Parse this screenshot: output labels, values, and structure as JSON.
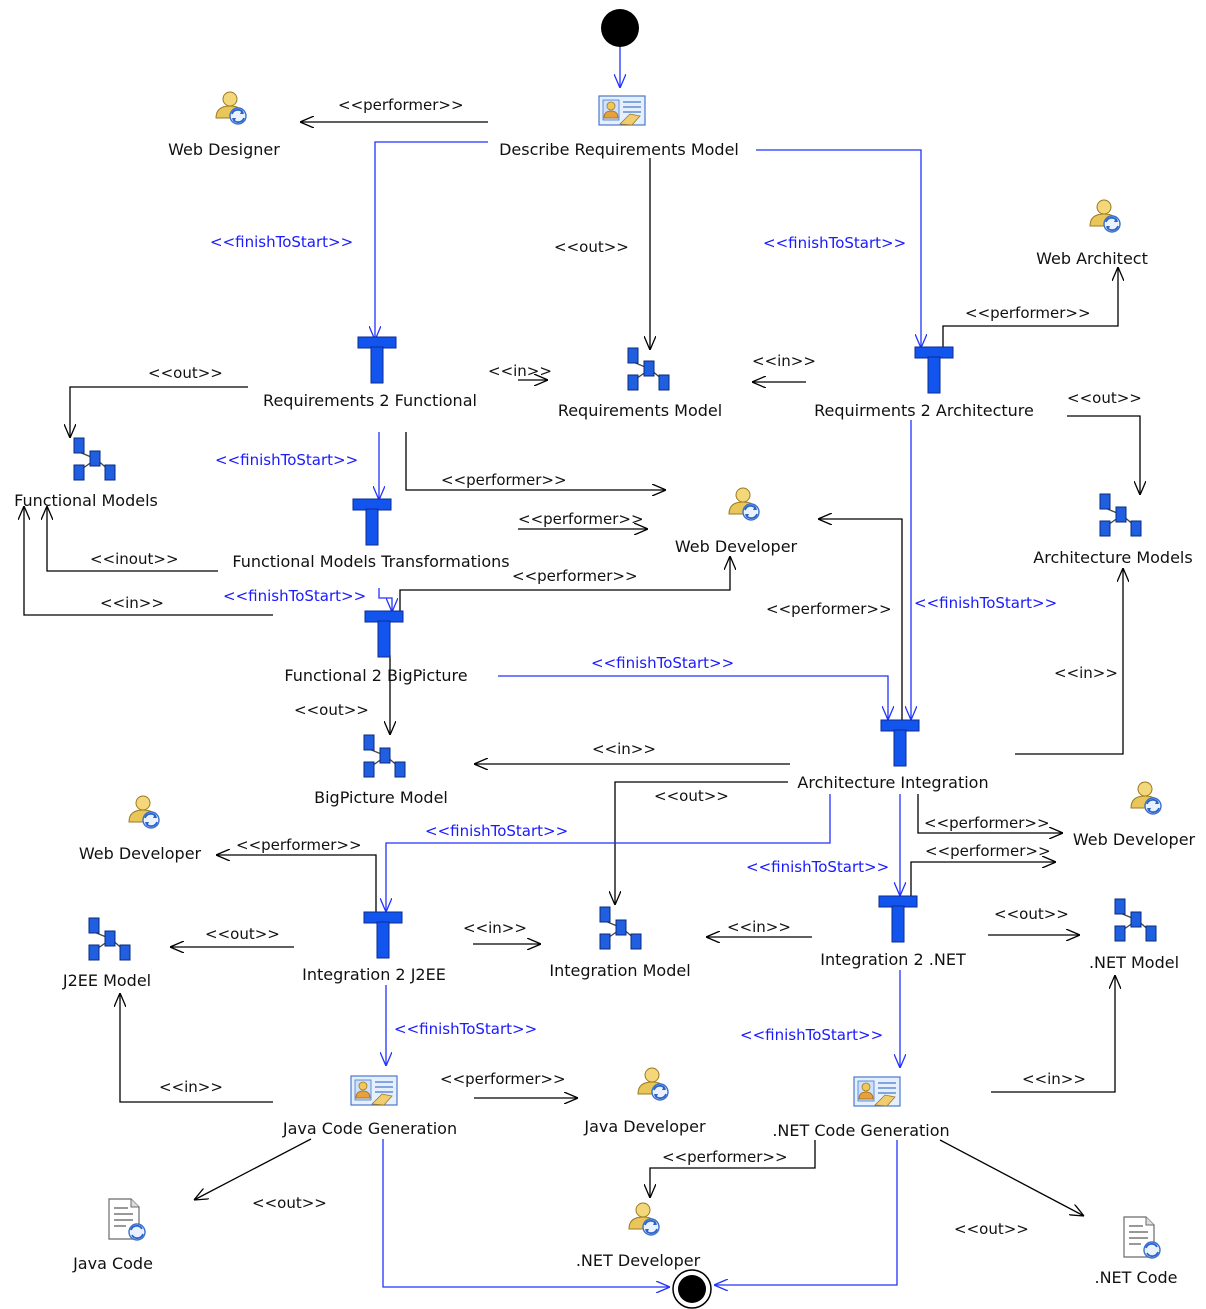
{
  "diagram": {
    "nodes": {
      "start": {
        "type": "initial"
      },
      "end": {
        "type": "final"
      },
      "describe_req": {
        "type": "task",
        "label": "Describe Requirements Model"
      },
      "web_designer": {
        "type": "role",
        "label": "Web Designer"
      },
      "web_architect": {
        "type": "role",
        "label": "Web Architect"
      },
      "req2func": {
        "type": "transformation",
        "label": "Requirements  2 Functional"
      },
      "req_model": {
        "type": "model",
        "label": "Requirements Model"
      },
      "req2arch": {
        "type": "transformation",
        "label": "Requirments 2 Architecture"
      },
      "func_models": {
        "type": "model",
        "label": "Functional Models"
      },
      "func_transf": {
        "type": "transformation",
        "label": "Functional Models Transformations"
      },
      "web_dev_1": {
        "type": "role",
        "label": "Web Developer"
      },
      "arch_models": {
        "type": "model",
        "label": "Architecture Models"
      },
      "func2bp": {
        "type": "transformation",
        "label": "Functional 2 BigPicture"
      },
      "bp_model": {
        "type": "model",
        "label": "BigPicture Model"
      },
      "arch_integ": {
        "type": "transformation",
        "label": "Architecture Integration"
      },
      "web_dev_2": {
        "type": "role",
        "label": "Web Developer"
      },
      "web_dev_3": {
        "type": "role",
        "label": "Web Developer"
      },
      "integ2j2ee": {
        "type": "transformation",
        "label": "Integration 2 J2EE"
      },
      "j2ee_model": {
        "type": "model",
        "label": "J2EE Model"
      },
      "integ_model": {
        "type": "model",
        "label": "Integration Model"
      },
      "integ2net": {
        "type": "transformation",
        "label": "Integration 2 .NET"
      },
      "net_model": {
        "type": "model",
        "label": ".NET Model"
      },
      "java_codegen": {
        "type": "task",
        "label": "Java Code Generation"
      },
      "java_dev": {
        "type": "role",
        "label": "Java Developer"
      },
      "net_codegen": {
        "type": "task",
        "label": ".NET Code Generation"
      },
      "java_code": {
        "type": "code",
        "label": "Java Code"
      },
      "net_dev": {
        "type": "role",
        "label": ".NET Developer"
      },
      "net_code": {
        "type": "code",
        "label": ".NET Code"
      }
    },
    "edge_labels": {
      "performer": "<<performer>>",
      "out": "<<out>>",
      "in": "<<in>>",
      "inout": "<<inout>>",
      "finishToStart": "<<finishToStart>>"
    },
    "colors": {
      "control_flow": "#2233ff",
      "data_flow": "#000000",
      "transformation_icon": "#1155ee",
      "role_icon": "#e8c65a"
    }
  }
}
